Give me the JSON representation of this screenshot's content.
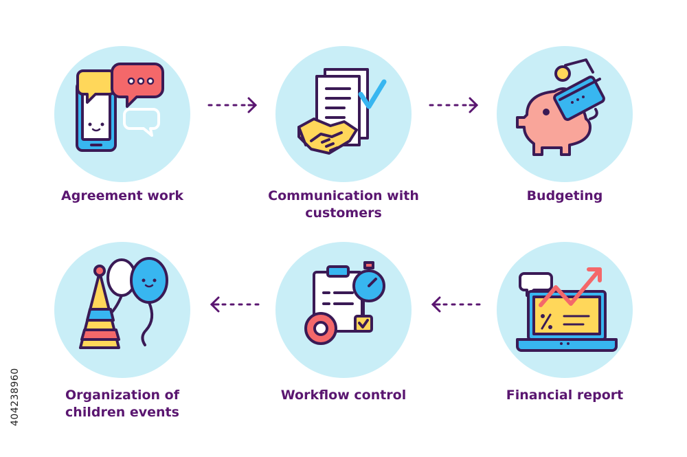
{
  "steps": [
    {
      "id": "agreement",
      "label_lines": [
        "Agreement work"
      ],
      "icon": "smartphone-chat-icon"
    },
    {
      "id": "communication",
      "label_lines": [
        "Communication with",
        "customers"
      ],
      "icon": "documents-handshake-icon"
    },
    {
      "id": "budgeting",
      "label_lines": [
        "Budgeting"
      ],
      "icon": "piggy-bank-card-icon"
    },
    {
      "id": "financial",
      "label_lines": [
        "Financial report"
      ],
      "icon": "laptop-growth-chart-icon"
    },
    {
      "id": "workflow",
      "label_lines": [
        "Workflow control"
      ],
      "icon": "clipboard-gear-stopwatch-icon"
    },
    {
      "id": "children",
      "label_lines": [
        "Organization of",
        "children events"
      ],
      "icon": "party-hat-balloons-icon"
    }
  ],
  "flow": [
    "agreement",
    "communication",
    "budgeting",
    "financial",
    "workflow",
    "children"
  ],
  "stock_id": "404238960",
  "colors": {
    "circle": "#c9eef7",
    "label": "#5a1670",
    "arrow": "#5a1670",
    "outline": "#3a1a55",
    "blue": "#38b6f0",
    "red": "#f4686a",
    "yellow": "#ffd75a",
    "pink": "#f9a59a"
  }
}
